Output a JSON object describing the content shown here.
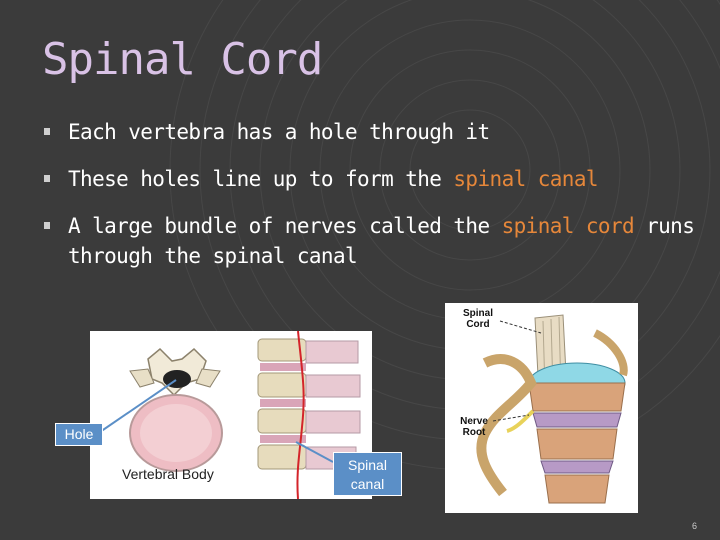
{
  "slide": {
    "title": "Spinal Cord",
    "bullets": [
      {
        "text": "Each vertebra has a hole through it",
        "highlight": ""
      },
      {
        "text": "These holes line up to form the ",
        "highlight": "spinal canal"
      },
      {
        "text": "A large bundle of nerves called the ",
        "highlight": "spinal cord",
        "text_after": " runs through the spinal canal"
      }
    ],
    "page_number": "6"
  },
  "left_figure": {
    "caption": "Vertebral Body",
    "callout_hole": "Hole",
    "callout_canal": "Spinal canal"
  },
  "right_figure": {
    "label_cord_line1": "Spinal",
    "label_cord_line2": "Cord",
    "label_nerve_line1": "Nerve",
    "label_nerve_line2": "Root"
  },
  "colors": {
    "background": "#3b3b3b",
    "title": "#d9c2e6",
    "highlight": "#e6873a",
    "callout": "#5b8fc7"
  }
}
